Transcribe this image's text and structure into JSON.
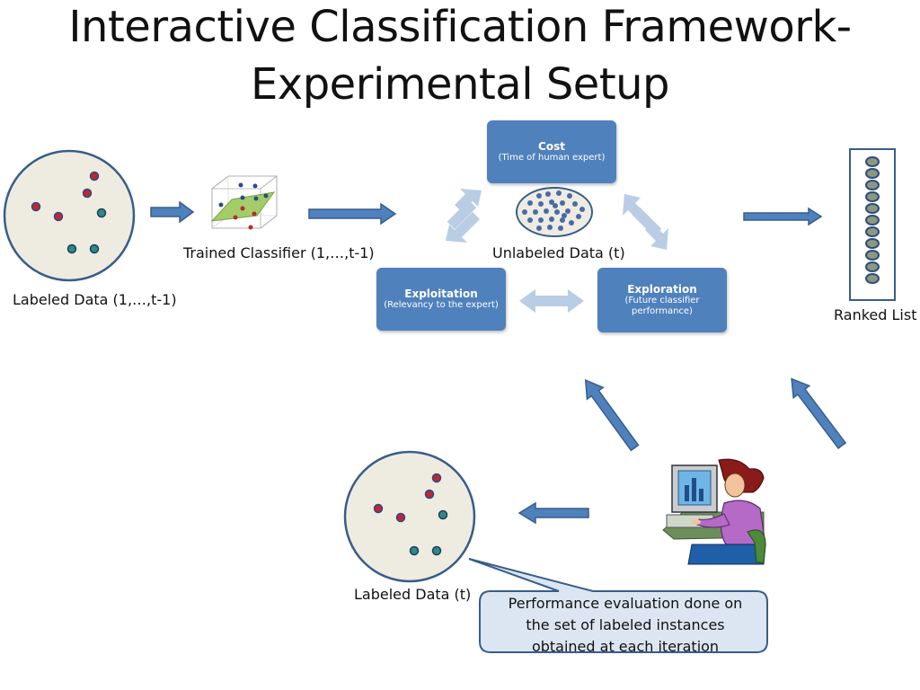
{
  "title": {
    "line1": "Interactive Classification Framework-",
    "line2": "Experimental Setup"
  },
  "labels": {
    "labeled_data_prev": "Labeled Data (1,…,t-1)",
    "trained_classifier": "Trained Classifier (1,…,t-1)",
    "unlabeled_data": "Unlabeled Data (t)",
    "ranked_list": "Ranked List",
    "labeled_data_t": "Labeled Data (t)"
  },
  "boxes": {
    "cost": {
      "title": "Cost",
      "subtitle": "(Time of human expert)"
    },
    "exploitation": {
      "title": "Exploitation",
      "subtitle": "(Relevancy to the expert)"
    },
    "exploration": {
      "title": "Exploration",
      "subtitle_line1": "(Future classifier",
      "subtitle_line2": "performance)"
    }
  },
  "callout": {
    "line1": "Performance evaluation done on",
    "line2": "the set of labeled instances",
    "line3": "obtained at each iteration"
  },
  "colors": {
    "arrow_dark": "#4f81bd",
    "arrow_light": "#b9cde5",
    "box_fill": "#4f81bd",
    "circle_fill": "#eeece1",
    "circle_stroke": "#385d8a",
    "red_dot": "#c0262d",
    "teal_dot": "#2e8a84",
    "dark_blue_dot": "#2e4a86"
  }
}
